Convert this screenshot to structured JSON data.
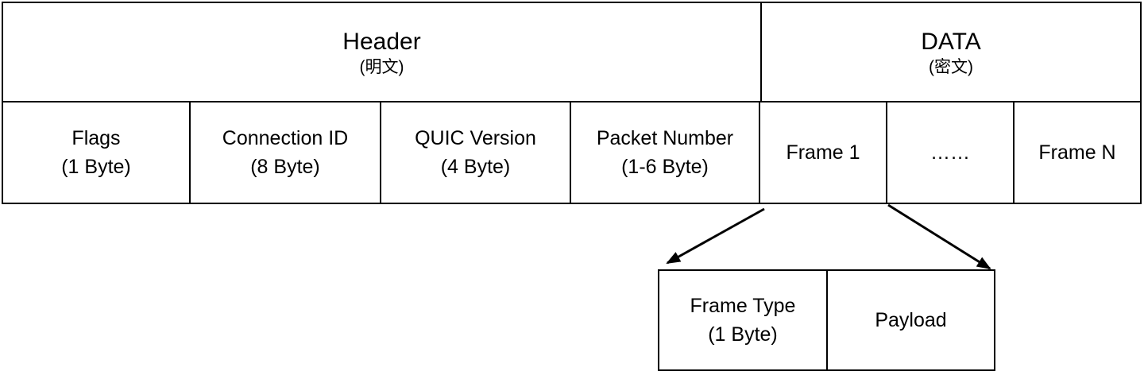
{
  "packet": {
    "header_section": {
      "title": "Header",
      "subtitle": "(明文)"
    },
    "data_section": {
      "title": "DATA",
      "subtitle": "(密文)"
    },
    "header_fields": [
      {
        "name": "Flags",
        "size": "(1 Byte)"
      },
      {
        "name": "Connection ID",
        "size": "(8 Byte)"
      },
      {
        "name": "QUIC Version",
        "size": "(4 Byte)"
      },
      {
        "name": "Packet Number",
        "size": "(1-6 Byte)"
      }
    ],
    "data_fields": [
      {
        "label": "Frame 1"
      },
      {
        "label": "……"
      },
      {
        "label": "Frame N"
      }
    ],
    "frame_detail": {
      "type_field": {
        "name": "Frame Type",
        "size": "(1 Byte)"
      },
      "payload_field": {
        "name": "Payload"
      }
    }
  },
  "colors": {
    "border": "#000000",
    "background": "#ffffff",
    "text": "#000000"
  }
}
